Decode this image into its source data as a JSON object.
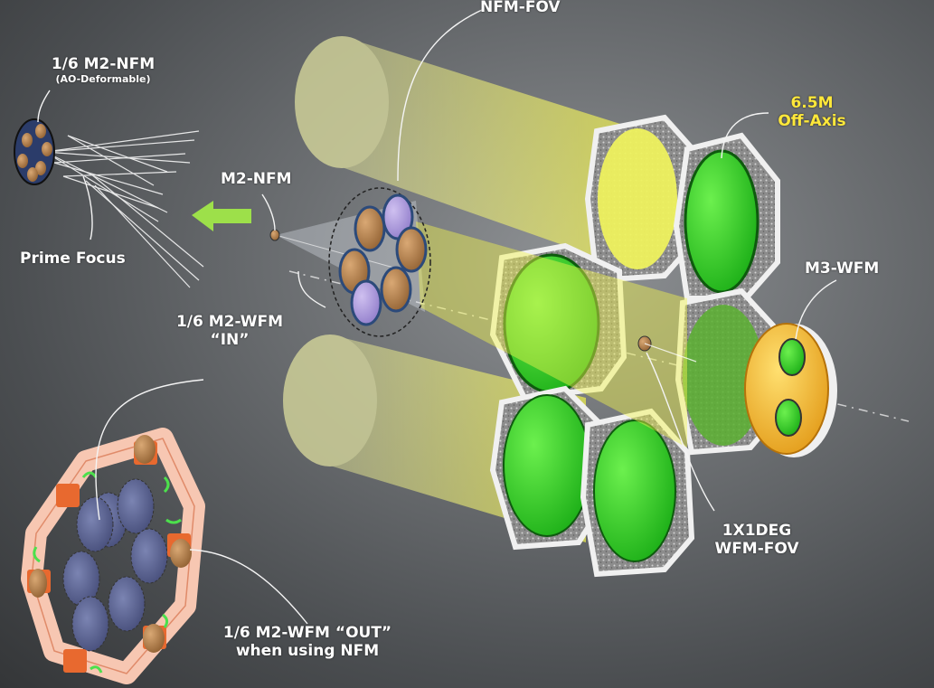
{
  "labels": {
    "nfm_fov": "NFM-FOV",
    "m2_nfm_sixth": "1/6 M2-NFM",
    "ao_deformable": "(AO-Deformable)",
    "m2_nfm": "M2-NFM",
    "prime_focus": "Prime Focus",
    "m2_wfm_in_1": "1/6 M2-WFM",
    "m2_wfm_in_2": "“IN”",
    "mirror_size": "6.5M",
    "off_axis": "Off-Axis",
    "m3_wfm": "M3-WFM",
    "wfm_fov_1": "1X1DEG",
    "wfm_fov_2": "WFM-FOV",
    "m2_wfm_out_1": "1/6 M2-WFM “OUT”",
    "m2_wfm_out_2": "when using NFM"
  },
  "colors": {
    "beam_yellow": "#f3f36a",
    "mirror_green": "#2fcf24",
    "mirror_copper": "#b57d45",
    "mirror_purple": "#a895d8",
    "m3_gold": "#f2b020",
    "arrow_green": "#9de04a",
    "callout_yellow": "#ffe83a"
  }
}
